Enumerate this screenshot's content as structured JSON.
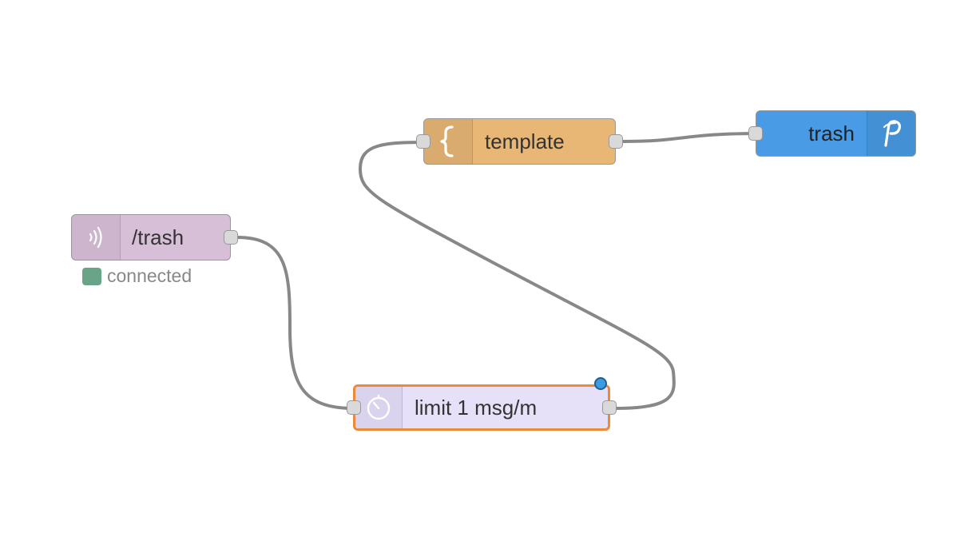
{
  "colors": {
    "websocket_in": "#d8bfd8",
    "template": "#e8b675",
    "pushbullet_out": "#4a9be6",
    "delay": "#e6e0f8",
    "selection_border": "#ec8a3c",
    "wire": "#888888",
    "status_connected": "#6aa488",
    "changed_indicator": "#3d9be0"
  },
  "nodes": {
    "websocket_in": {
      "label": "/trash",
      "icon": "websocket-icon",
      "status": {
        "text": "connected",
        "color": "#6aa488"
      }
    },
    "template": {
      "label": "template",
      "icon": "curly-brace-icon"
    },
    "pushbullet_out": {
      "label": "trash",
      "icon": "pushbullet-icon"
    },
    "delay": {
      "label": "limit 1 msg/m",
      "icon": "timer-icon",
      "selected": true,
      "changed": true
    }
  },
  "wires": [
    {
      "from": "websocket_in",
      "to": "delay"
    },
    {
      "from": "delay",
      "to": "template"
    },
    {
      "from": "template",
      "to": "pushbullet_out"
    }
  ]
}
